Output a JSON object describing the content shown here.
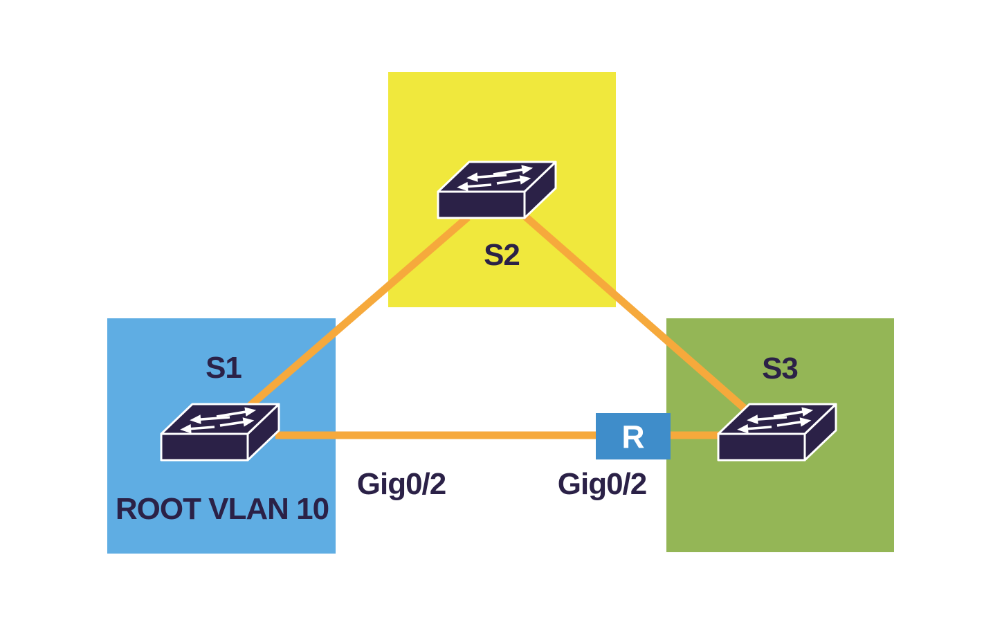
{
  "diagram": {
    "type": "network-topology",
    "nodes": {
      "s1": {
        "label": "S1",
        "sublabel": "ROOT VLAN 10",
        "icon": "network-switch",
        "region_color": "#5FADE3"
      },
      "s2": {
        "label": "S2",
        "icon": "network-switch",
        "region_color": "#F0E83D"
      },
      "s3": {
        "label": "S3",
        "icon": "network-switch",
        "region_color": "#94B656"
      }
    },
    "links": {
      "s1_s2": {
        "from": "S1",
        "to": "S2"
      },
      "s2_s3": {
        "from": "S2",
        "to": "S3"
      },
      "s1_s3": {
        "from": "S1",
        "to": "S3",
        "port_label_s1_side": "Gig0/2",
        "port_label_s3_side": "Gig0/2",
        "badge_label": "R"
      }
    }
  },
  "colors": {
    "background": "#FFFFFF",
    "region_s2_yellow": "#F0E83D",
    "region_s1_blue": "#5FADE3",
    "region_s3_green": "#94B656",
    "link_orange": "#F6A93C",
    "device_navy": "#2B2147",
    "router_badge_blue": "#3F8DCA",
    "text_navy": "#2B2147",
    "icon_arrow_white": "#FFFFFF"
  }
}
